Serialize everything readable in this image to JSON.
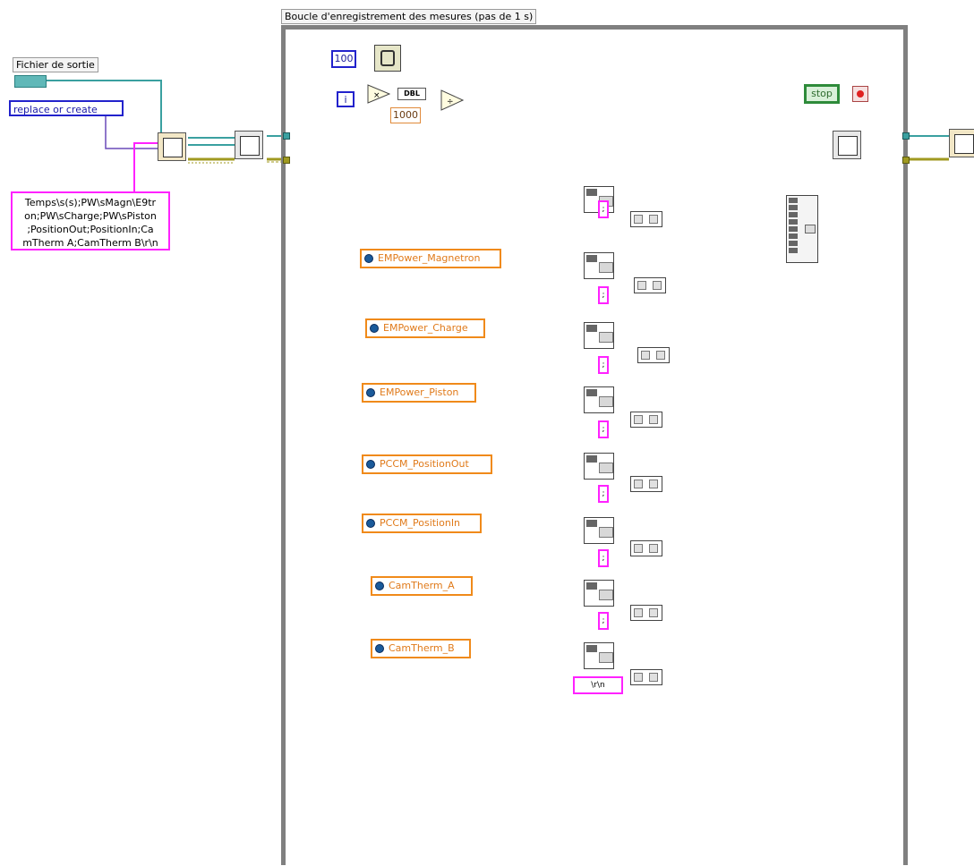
{
  "loop": {
    "label": "Boucle d'enregistrement des mesures (pas de 1 s)"
  },
  "file_out": {
    "label": "Fichier de sortie"
  },
  "open_mode": {
    "value": "replace or create"
  },
  "header_string": {
    "lines": [
      "Temps\\s(s);PW\\sMagn\\E9tr",
      "on;PW\\sCharge;PW\\sPiston",
      ";PositionOut;PositionIn;Ca",
      "mTherm A;CamTherm B\\r\\n"
    ]
  },
  "wait_ms": {
    "value": "100"
  },
  "iteration": {
    "value": "i"
  },
  "dbl_label": {
    "value": "DBL"
  },
  "divisor": {
    "value": "1000"
  },
  "stop": {
    "label": "stop"
  },
  "shared_variables": [
    "EMPower_Magnetron",
    "EMPower_Charge",
    "EMPower_Piston",
    "PCCM_PositionOut",
    "PCCM_PositionIn",
    "CamTherm_A",
    "CamTherm_B"
  ],
  "separator": {
    "value": ";"
  },
  "eol": {
    "value": "\\r\\n"
  },
  "colors": {
    "loop_border": "#808080",
    "string_wire": "#ff22ff",
    "dbl_wire": "#f08a1a",
    "path_wire": "#3aa0a0",
    "error_wire": "#a09a20",
    "int_wire": "#2222cc"
  }
}
